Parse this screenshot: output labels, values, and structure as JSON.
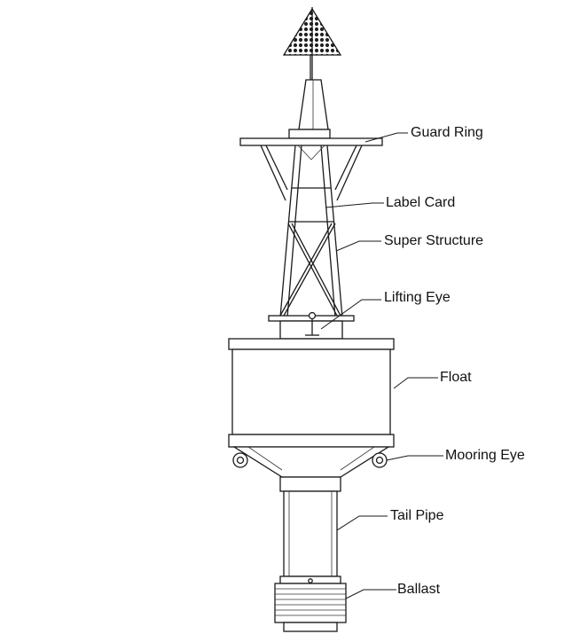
{
  "labels": {
    "guard_ring": "Guard Ring",
    "label_card": "Label Card",
    "super_structure": "Super Structure",
    "lifting_eye": "Lifting Eye",
    "float": "Float",
    "mooring_eye": "Mooring Eye",
    "tail_pipe": "Tail Pipe",
    "ballast": "Ballast"
  }
}
